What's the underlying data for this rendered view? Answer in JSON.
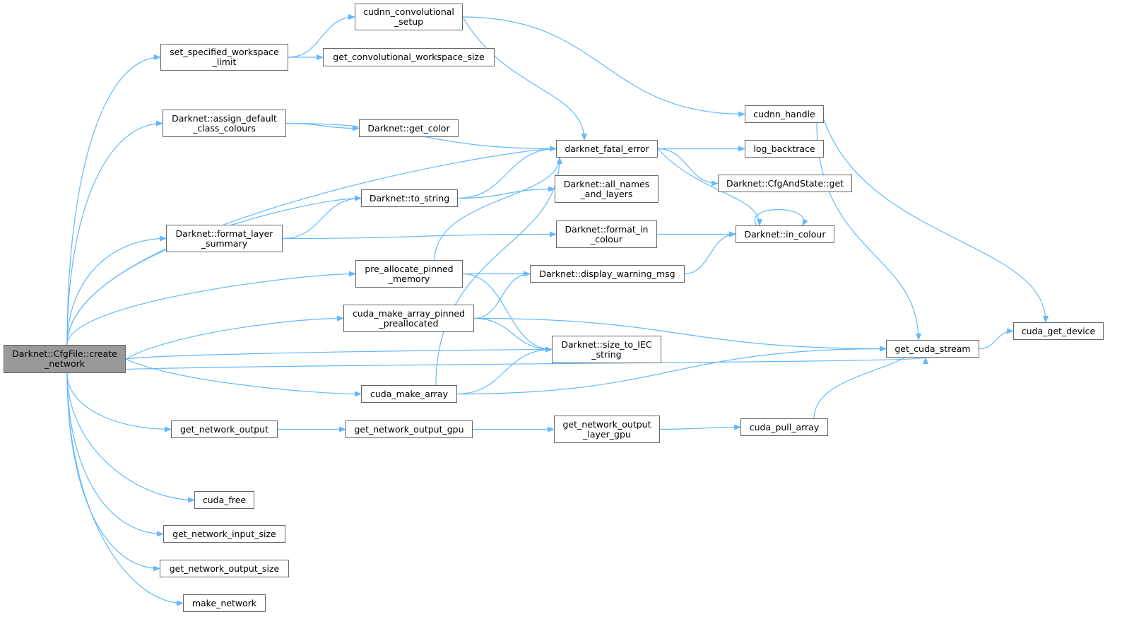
{
  "colors": {
    "edge": "#63b8ff",
    "root_fill": "#999999",
    "node_border": "#666666"
  },
  "nodes": [
    {
      "id": "root",
      "label": "Darknet::CfgFile::create\n_network",
      "root": true
    },
    {
      "id": "set_ws",
      "label": "set_specified_workspace\n_limit"
    },
    {
      "id": "conv_setup",
      "label": "cudnn_convolutional\n_setup"
    },
    {
      "id": "conv_ws",
      "label": "get_convolutional_workspace_size"
    },
    {
      "id": "assign",
      "label": "Darknet::assign_default\n_class_colours"
    },
    {
      "id": "get_color",
      "label": "Darknet::get_color"
    },
    {
      "id": "fatal",
      "label": "darknet_fatal_error"
    },
    {
      "id": "to_string",
      "label": "Darknet::to_string"
    },
    {
      "id": "fmt_layer",
      "label": "Darknet::format_layer\n_summary"
    },
    {
      "id": "prealloc",
      "label": "pre_allocate_pinned\n_memory"
    },
    {
      "id": "pinned",
      "label": "cuda_make_array_pinned\n_preallocated"
    },
    {
      "id": "make_array",
      "label": "cuda_make_array"
    },
    {
      "id": "net_out",
      "label": "get_network_output"
    },
    {
      "id": "net_out_gpu",
      "label": "get_network_output_gpu"
    },
    {
      "id": "cuda_free",
      "label": "cuda_free"
    },
    {
      "id": "in_size",
      "label": "get_network_input_size"
    },
    {
      "id": "out_size",
      "label": "get_network_output_size"
    },
    {
      "id": "make_net",
      "label": "make_network"
    },
    {
      "id": "all_names",
      "label": "Darknet::all_names\n_and_layers"
    },
    {
      "id": "fmt_colour",
      "label": "Darknet::format_in\n_colour"
    },
    {
      "id": "warn",
      "label": "Darknet::display_warning_msg"
    },
    {
      "id": "iec",
      "label": "Darknet::size_to_IEC\n_string"
    },
    {
      "id": "layer_gpu",
      "label": "get_network_output\n_layer_gpu"
    },
    {
      "id": "cudnn_handle",
      "label": "cudnn_handle"
    },
    {
      "id": "backtrace",
      "label": "log_backtrace"
    },
    {
      "id": "cfg_get",
      "label": "Darknet::CfgAndState::get"
    },
    {
      "id": "in_colour",
      "label": "Darknet::in_colour"
    },
    {
      "id": "stream",
      "label": "get_cuda_stream"
    },
    {
      "id": "pull",
      "label": "cuda_pull_array"
    },
    {
      "id": "device",
      "label": "cuda_get_device"
    }
  ],
  "edges": [
    [
      "root",
      "set_ws"
    ],
    [
      "root",
      "assign"
    ],
    [
      "root",
      "fatal"
    ],
    [
      "root",
      "to_string"
    ],
    [
      "root",
      "fmt_layer"
    ],
    [
      "root",
      "prealloc"
    ],
    [
      "root",
      "pinned"
    ],
    [
      "root",
      "iec"
    ],
    [
      "root",
      "make_array"
    ],
    [
      "root",
      "net_out"
    ],
    [
      "root",
      "stream"
    ],
    [
      "root",
      "cuda_free"
    ],
    [
      "root",
      "in_size"
    ],
    [
      "root",
      "out_size"
    ],
    [
      "root",
      "make_net"
    ],
    [
      "set_ws",
      "conv_setup"
    ],
    [
      "set_ws",
      "conv_ws"
    ],
    [
      "conv_setup",
      "fatal"
    ],
    [
      "conv_setup",
      "cudnn_handle"
    ],
    [
      "assign",
      "fatal"
    ],
    [
      "assign",
      "get_color"
    ],
    [
      "fatal",
      "backtrace"
    ],
    [
      "fatal",
      "cfg_get"
    ],
    [
      "fatal",
      "in_colour"
    ],
    [
      "to_string",
      "fatal"
    ],
    [
      "to_string",
      "all_names"
    ],
    [
      "fmt_layer",
      "to_string"
    ],
    [
      "fmt_layer",
      "fmt_colour"
    ],
    [
      "prealloc",
      "fatal"
    ],
    [
      "prealloc",
      "warn"
    ],
    [
      "prealloc",
      "iec"
    ],
    [
      "pinned",
      "warn"
    ],
    [
      "pinned",
      "iec"
    ],
    [
      "pinned",
      "stream"
    ],
    [
      "make_array",
      "fatal"
    ],
    [
      "make_array",
      "iec"
    ],
    [
      "make_array",
      "stream"
    ],
    [
      "net_out",
      "net_out_gpu"
    ],
    [
      "net_out_gpu",
      "layer_gpu"
    ],
    [
      "layer_gpu",
      "pull"
    ],
    [
      "pull",
      "stream"
    ],
    [
      "fmt_colour",
      "in_colour"
    ],
    [
      "warn",
      "in_colour"
    ],
    [
      "in_colour",
      "in_colour"
    ],
    [
      "cudnn_handle",
      "stream"
    ],
    [
      "cudnn_handle",
      "device"
    ],
    [
      "stream",
      "device"
    ]
  ]
}
